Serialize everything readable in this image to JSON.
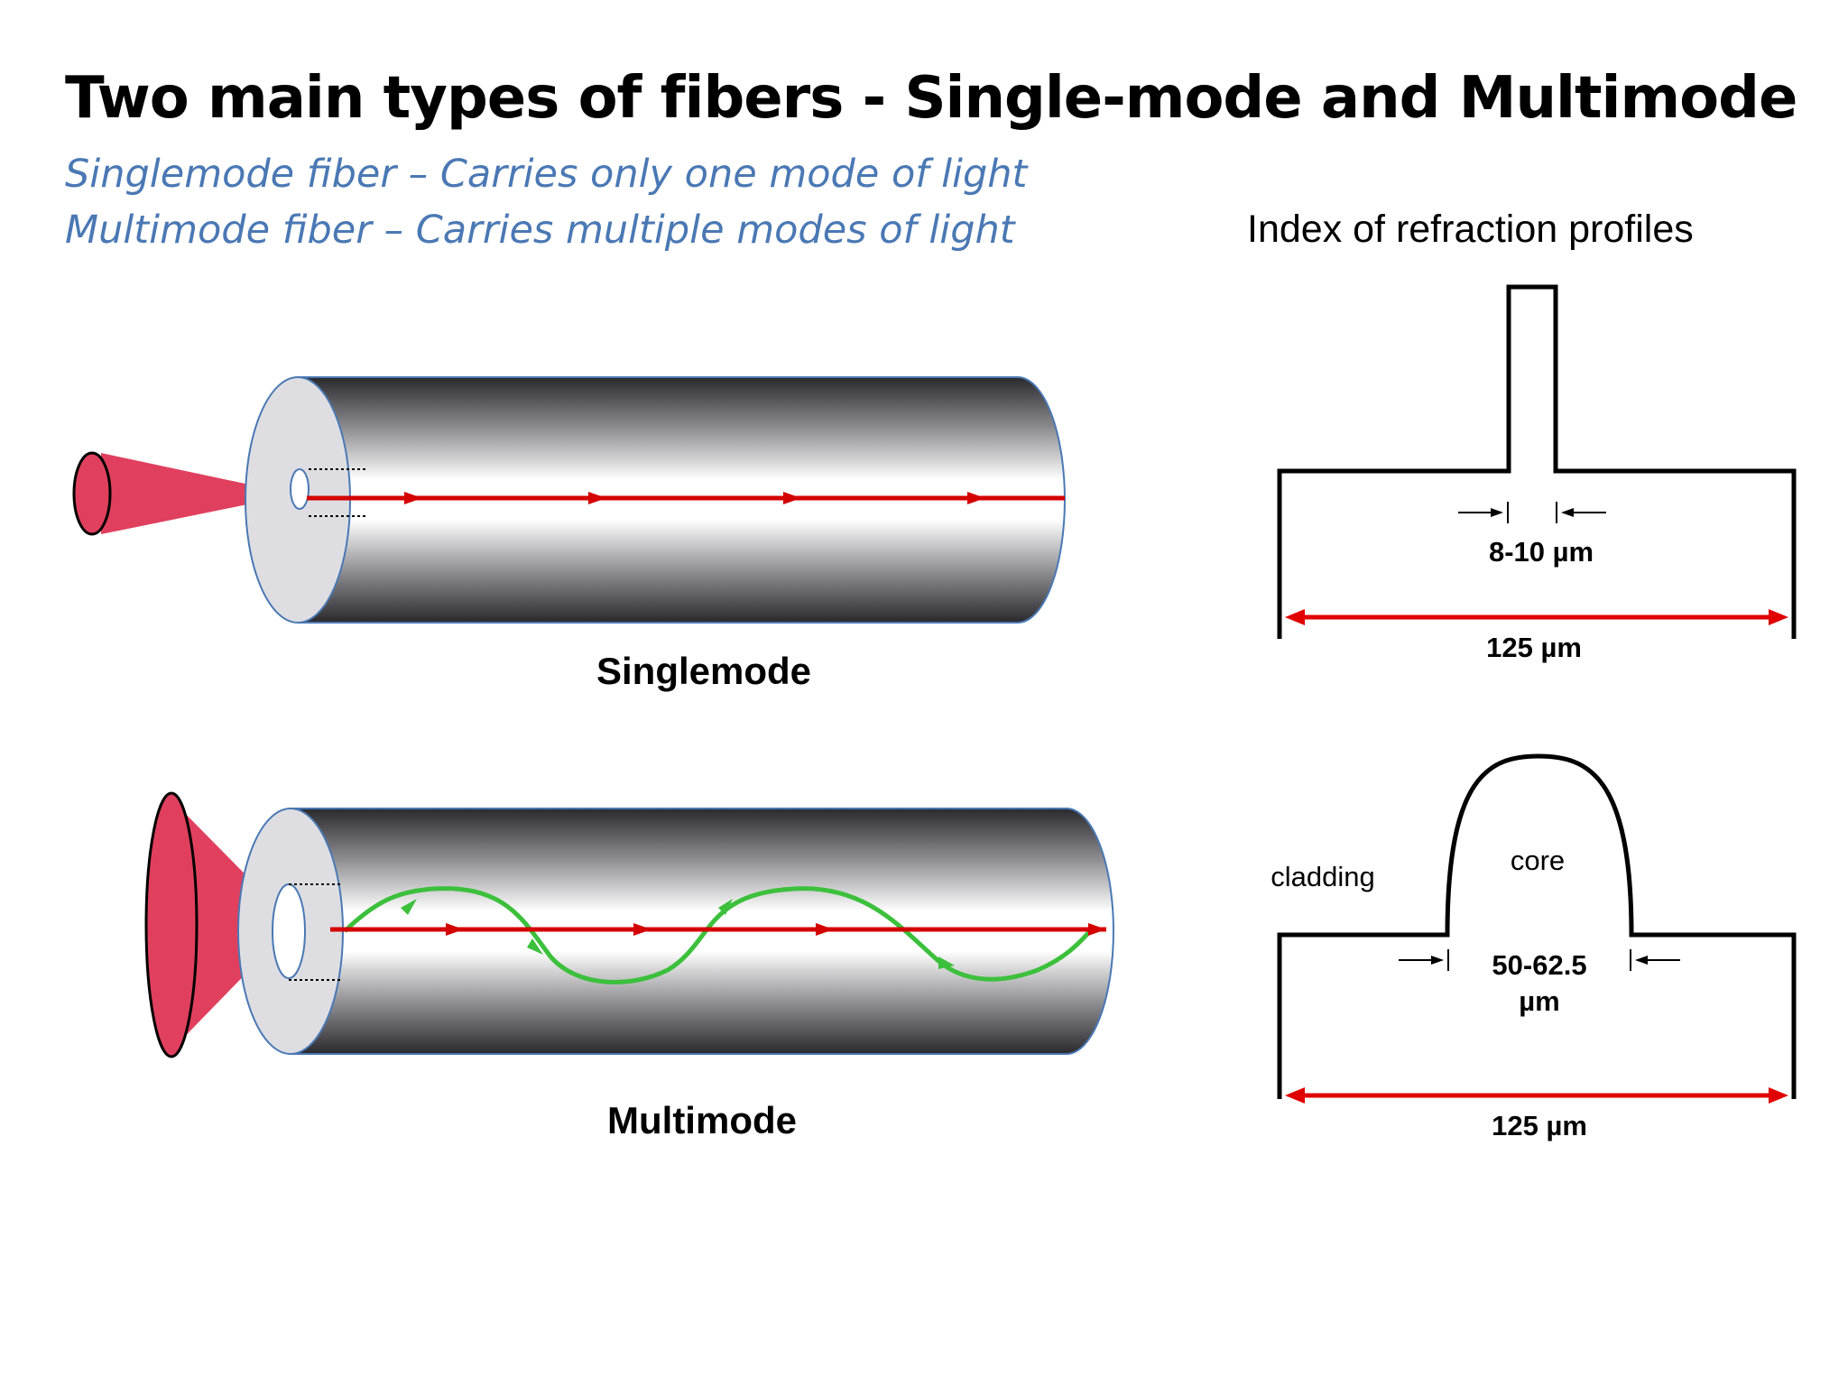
{
  "title": "Two main types of fibers - Single-mode and Multimode",
  "subtitle_single": "Singlemode fiber – Carries only one mode of light",
  "subtitle_multi": "Multimode fiber – Carries multiple modes of light",
  "profiles_heading": "Index of refraction profiles",
  "singlemode": {
    "label": "Singlemode",
    "core_width": "8-10 µm",
    "cladding_width": "125 µm"
  },
  "multimode": {
    "label": "Multimode",
    "cladding_label": "cladding",
    "core_label": "core",
    "core_width_line1": "50-62.5",
    "core_width_line2": "µm",
    "cladding_width": "125 µm"
  },
  "colors": {
    "subtitle": "#4a78b4",
    "light_cone": "#e0405e",
    "ray_red": "#d40000",
    "ray_green": "#3cc03c",
    "fiber_outline": "#4a78b4"
  }
}
